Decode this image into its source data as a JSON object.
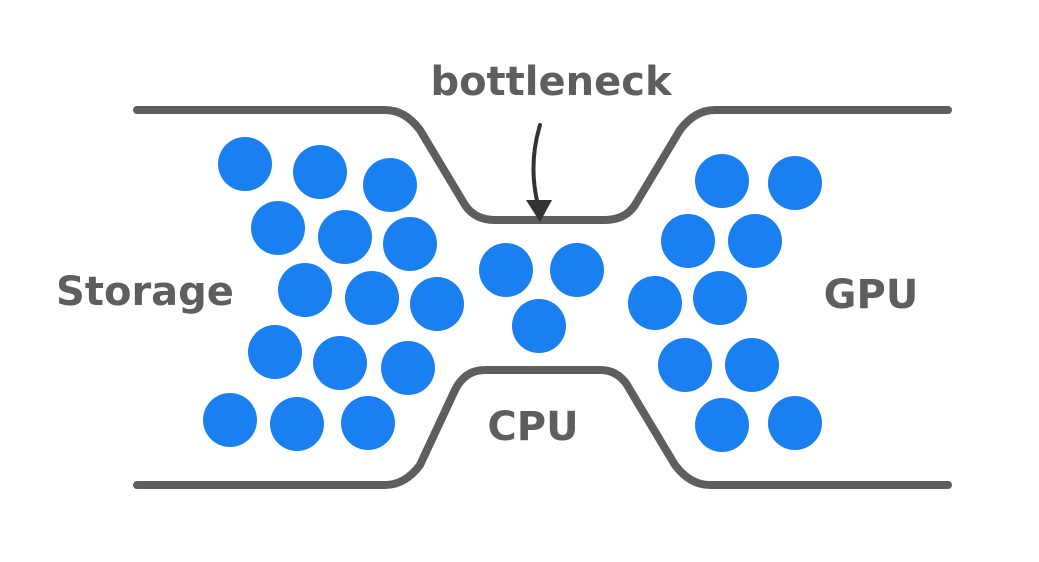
{
  "labels": {
    "bottleneck": "bottleneck",
    "storage": "Storage",
    "gpu": "GPU",
    "cpu": "CPU"
  },
  "colors": {
    "ball": "#1a7ff0",
    "pipe": "#5e5e5e",
    "label": "#5e5e5e",
    "arrow": "#333333",
    "background": "#ffffff"
  }
}
